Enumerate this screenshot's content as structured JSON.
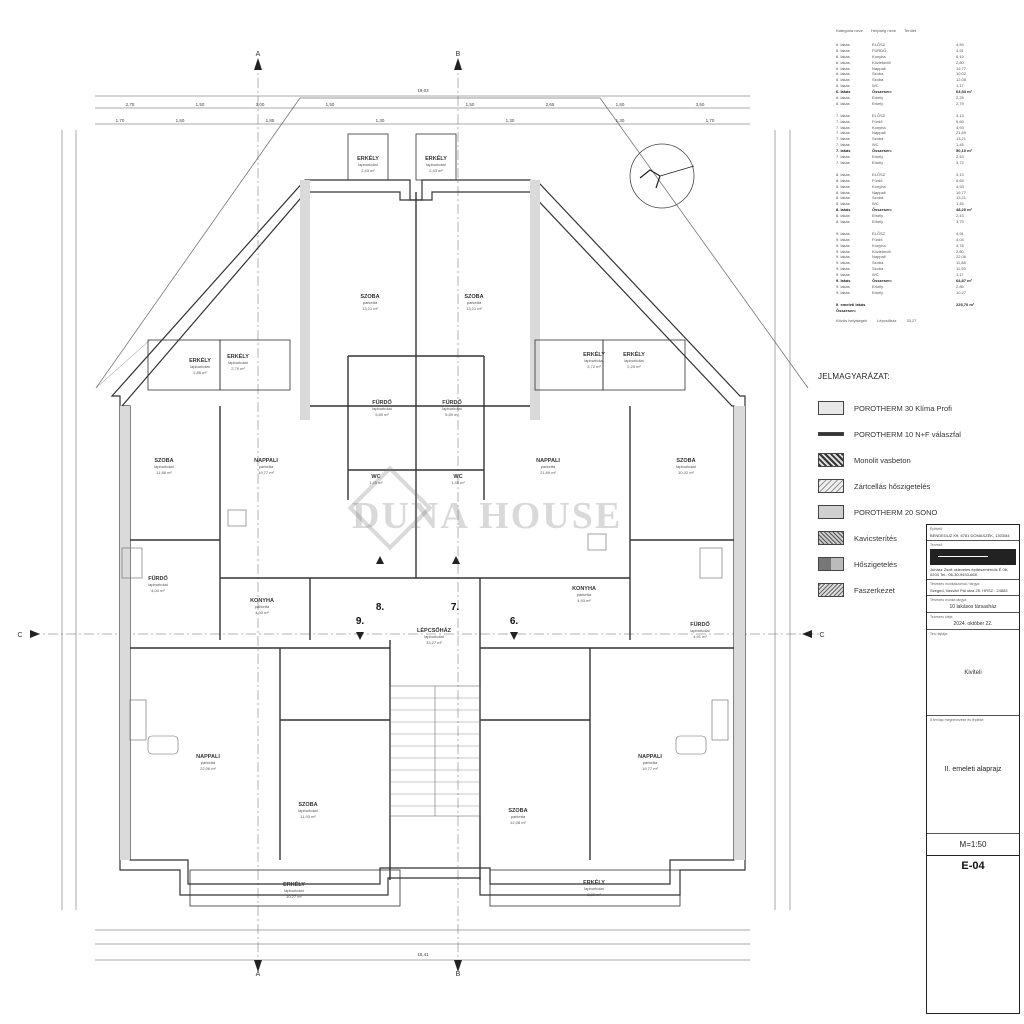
{
  "area_table": {
    "headers": [
      "Kategória neve",
      "Helyiség neve",
      "Terület"
    ],
    "rows": [
      {
        "label": "6. lakás",
        "room": "ELŐSZ",
        "value": "4,59"
      },
      {
        "label": "6. lakás",
        "room": "FÜRDŐ",
        "value": "4,91"
      },
      {
        "label": "6. lakás",
        "room": "Konyha",
        "value": "6,19"
      },
      {
        "label": "6. lakás",
        "room": "Közlekedő",
        "value": "2,80"
      },
      {
        "label": "6. lakás",
        "room": "Nappali",
        "value": "19,77"
      },
      {
        "label": "6. lakás",
        "room": "Szoba",
        "value": "10,02"
      },
      {
        "label": "6. lakás",
        "room": "Szoba",
        "value": "12,08"
      },
      {
        "label": "6. lakás",
        "room": "WC",
        "value": "1,17"
      },
      {
        "label": "6. lakás",
        "room": "Összesen:",
        "value": "63,53 m²",
        "sum": true
      },
      {
        "label": "6. lakás",
        "room": "Erkély",
        "value": "2,25"
      },
      {
        "label": "6. lakás",
        "room": "Erkély",
        "value": "2,79"
      },
      {
        "gap": true
      },
      {
        "label": "7. lakás",
        "room": "ELŐSZ",
        "value": "3,13"
      },
      {
        "label": "7. lakás",
        "room": "Fürdő",
        "value": "5,69"
      },
      {
        "label": "7. lakás",
        "room": "Konyha",
        "value": "4,93"
      },
      {
        "label": "7. lakás",
        "room": "Nappali",
        "value": "21,69"
      },
      {
        "label": "7. lakás",
        "room": "Szoba",
        "value": "13,21"
      },
      {
        "label": "7. lakás",
        "room": "WC",
        "value": "1,45"
      },
      {
        "label": "7. lakás",
        "room": "Összesen:",
        "value": "50,10 m²",
        "sum": true
      },
      {
        "label": "7. lakás",
        "room": "Erkély",
        "value": "2,43"
      },
      {
        "label": "7. lakás",
        "room": "Erkély",
        "value": "3,72"
      },
      {
        "gap": true
      },
      {
        "label": "8. lakás",
        "room": "ELŐSZ",
        "value": "3,13"
      },
      {
        "label": "8. lakás",
        "room": "Fürdő",
        "value": "5,69"
      },
      {
        "label": "8. lakás",
        "room": "Konyha",
        "value": "4,93"
      },
      {
        "label": "8. lakás",
        "room": "Nappali",
        "value": "19,77"
      },
      {
        "label": "8. lakás",
        "room": "Szoba",
        "value": "13,21"
      },
      {
        "label": "8. lakás",
        "room": "WC",
        "value": "1,45"
      },
      {
        "label": "8. lakás",
        "room": "Összesen:",
        "value": "48,20 m²",
        "sum": true
      },
      {
        "label": "8. lakás",
        "room": "Erkély",
        "value": "2,43"
      },
      {
        "label": "8. lakás",
        "room": "Erkély",
        "value": "3,79"
      },
      {
        "gap": true
      },
      {
        "label": "9. lakás",
        "room": "ELŐSZ",
        "value": "4,91"
      },
      {
        "label": "9. lakás",
        "room": "Fürdő",
        "value": "4,04"
      },
      {
        "label": "9. lakás",
        "room": "Konyha",
        "value": "4,78"
      },
      {
        "label": "9. lakás",
        "room": "Közlekedő",
        "value": "2,80"
      },
      {
        "label": "9. lakás",
        "room": "Nappali",
        "value": "22,06"
      },
      {
        "label": "9. lakás",
        "room": "Szoba",
        "value": "11,88"
      },
      {
        "label": "9. lakás",
        "room": "Szoba",
        "value": "11,93"
      },
      {
        "label": "9. lakás",
        "room": "WC",
        "value": "1,17"
      },
      {
        "label": "9. lakás",
        "room": "Összesen:",
        "value": "64,87 m²",
        "sum": true
      },
      {
        "label": "9. lakás",
        "room": "Erkély",
        "value": "2,85"
      },
      {
        "label": "9. lakás",
        "room": "Erkély",
        "value": "10,27"
      },
      {
        "gap": true
      },
      {
        "label": "II. emeleti lakás Összesen:",
        "room": "",
        "value": "225,70 m²",
        "sum": true
      }
    ],
    "footer_label": "Közös helyiségek",
    "footer_room": "Lépcsőház",
    "footer_value": "33,27"
  },
  "legend": {
    "title": "JELMAGYARÁZAT:",
    "items": [
      "POROTHERM 30 Klíma Profi",
      "POROTHERM 10 N+F válaszfal",
      "Monolit vasbeton",
      "Zártcellás hőszigetelés",
      "POROTHERM 20 SONO",
      "Kavicsterítés",
      "Hőszigetelés",
      "Faszerkezet"
    ]
  },
  "title_block": {
    "client_caption": "Építtető:",
    "client_text": "BENDEGUZ Kft. 6781 DOMASZÉK, 1303/84",
    "designer_caption": "Tervező:",
    "designer_text": "Juhász Zsolt okleveles építészmérnök É 06-0204 Tel.: 06-30-9433-668",
    "project_caption": "Tervezés munkaszámai / tárgya:",
    "location_text": "Szeged, Vasvári Pál utca 25. HRSZ.: 24883",
    "subject_caption": "Tervezés munka tárgya:",
    "subject_value": "10 lakásos társasház",
    "date_caption": "Tervezés ideje:",
    "date_value": "2024. október 22.",
    "phase_caption": "Terv fajtája:",
    "phase_value": "Kiviteli",
    "drawing_caption": "A tervlap megnevezése és léptéke:",
    "drawing_name": "II. emeleti alaprajz",
    "scale": "M=1:50",
    "code": "E-04"
  },
  "watermark": "DUNA HOUSE",
  "plan": {
    "section_markers": [
      "A",
      "B",
      "A",
      "B",
      "C",
      "C"
    ],
    "stair_numbers": [
      "8.",
      "7.",
      "9.",
      "6."
    ],
    "overall_dim_top": "19,03",
    "overall_dim_bottom": "18,41",
    "rooms": [
      {
        "name": "SZOBA",
        "floor": "parketta",
        "area": "13,21 m²"
      },
      {
        "name": "SZOBA",
        "floor": "parketta",
        "area": "13,21 m²"
      },
      {
        "name": "ERKÉLY",
        "floor": "lapburkolat",
        "area": "2,43 m²"
      },
      {
        "name": "ERKÉLY",
        "floor": "lapburkolat",
        "area": "2,43 m²"
      },
      {
        "name": "ERKÉLY",
        "floor": "lapburkolat",
        "area": "2,85 m²"
      },
      {
        "name": "ERKÉLY",
        "floor": "lapburkolat",
        "area": "2,79 m²"
      },
      {
        "name": "ERKÉLY",
        "floor": "lapburkolat",
        "area": "3,72 m²"
      },
      {
        "name": "ERKÉLY",
        "floor": "lapburkolat",
        "area": "2,25 m²"
      },
      {
        "name": "SZOBA",
        "floor": "lapburkolat",
        "area": "11,88 m²"
      },
      {
        "name": "NAPPALI",
        "floor": "parketta",
        "area": "19,77 m²"
      },
      {
        "name": "NAPPALI",
        "floor": "parketta",
        "area": "21,69 m²"
      },
      {
        "name": "SZOBA",
        "floor": "lapburkolat",
        "area": "10,02 m²"
      },
      {
        "name": "FÜRDŐ",
        "floor": "lapburkolat",
        "area": "4,04 m²"
      },
      {
        "name": "FÜRDŐ",
        "floor": "lapburkolat",
        "area": "4,91 m²"
      },
      {
        "name": "KONYHA",
        "floor": "parketta",
        "area": "4,93 m²"
      },
      {
        "name": "KONYHA",
        "floor": "parketta",
        "area": "4,93 m²"
      },
      {
        "name": "LÉPCSŐHÁZ",
        "floor": "lapburkolat",
        "area": "33,27 m²"
      },
      {
        "name": "NAPPALI",
        "floor": "parketta",
        "area": "22,06 m²"
      },
      {
        "name": "NAPPALI",
        "floor": "parketta",
        "area": "19,77 m²"
      },
      {
        "name": "SZOBA",
        "floor": "lapburkolat",
        "area": "11,93 m²"
      },
      {
        "name": "SZOBA",
        "floor": "parketta",
        "area": "12,08 m²"
      },
      {
        "name": "ERKÉLY",
        "floor": "lapburkolat",
        "area": "10,27 m²"
      },
      {
        "name": "ERKÉLY",
        "floor": "lapburkolat",
        "area": "2,80 m²"
      },
      {
        "name": "WC",
        "floor": "",
        "area": "1,45 m²"
      },
      {
        "name": "WC",
        "floor": "",
        "area": "1,45 m²"
      },
      {
        "name": "FÜRDŐ",
        "floor": "lapburkolat",
        "area": "5,69 m²"
      },
      {
        "name": "FÜRDŐ",
        "floor": "lapburkolat",
        "area": "5,69 m²"
      }
    ]
  }
}
